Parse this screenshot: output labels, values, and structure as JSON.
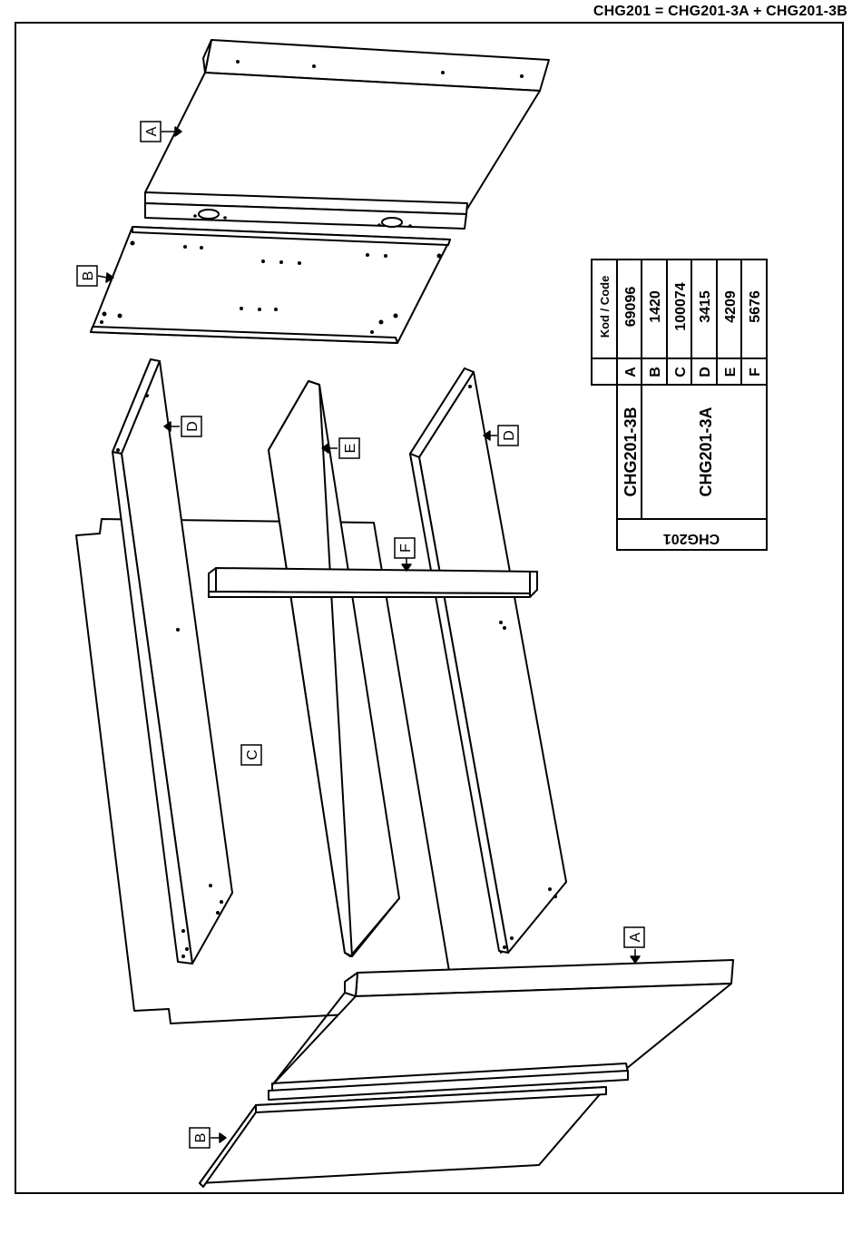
{
  "header": {
    "title": "CHG201  =  CHG201-3A  +  CHG201-3B"
  },
  "labels": {
    "A_top": "A",
    "B_top": "B",
    "D_left": "D",
    "E": "E",
    "D_right": "D",
    "F": "F",
    "C": "C",
    "A_bottom": "A",
    "B_bottom": "B"
  },
  "parts_table": {
    "header_label": "Kod / Code",
    "title": "CHG201",
    "groups": [
      "CHG201-3B",
      "CHG201-3A"
    ],
    "rows": [
      {
        "part": "A",
        "code": "69096"
      },
      {
        "part": "B",
        "code": "1420"
      },
      {
        "part": "C",
        "code": "100074"
      },
      {
        "part": "D",
        "code": "3415"
      },
      {
        "part": "E",
        "code": "4209"
      },
      {
        "part": "F",
        "code": "5676"
      }
    ]
  }
}
